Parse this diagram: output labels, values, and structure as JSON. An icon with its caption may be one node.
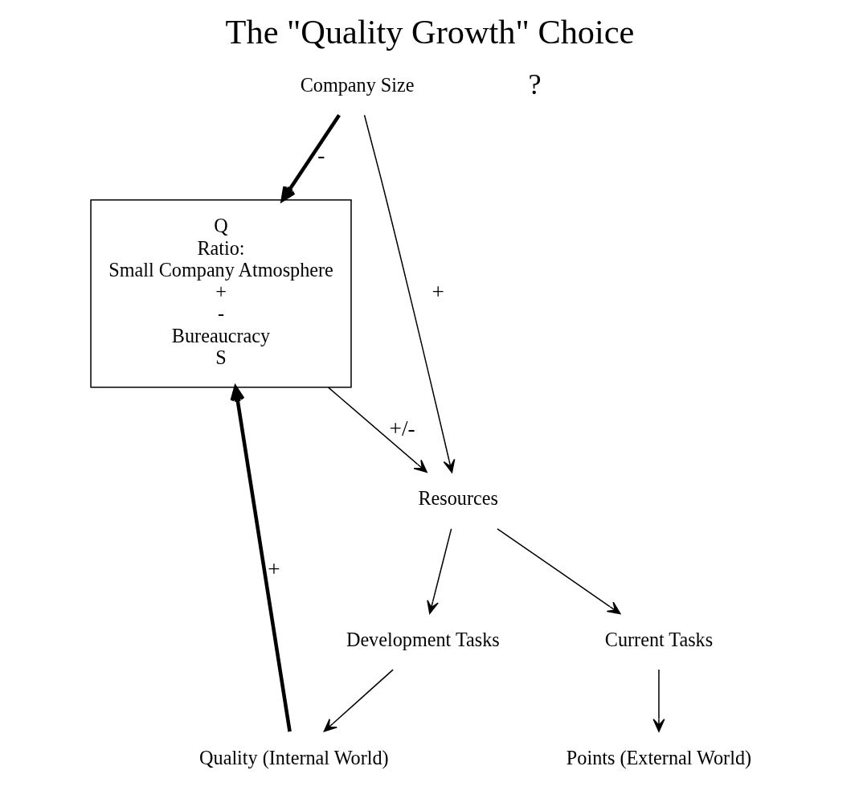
{
  "diagram": {
    "title": "The \"Quality Growth\" Choice",
    "nodes": [
      {
        "text": [
          "Company Size"
        ]
      },
      {
        "text": [
          "Q",
          "Ratio:",
          "Small Company Atmosphere",
          "+",
          "-",
          "Bureaucracy",
          "S"
        ]
      },
      {
        "text": [
          "Resources"
        ]
      },
      {
        "text": [
          "Development Tasks"
        ]
      },
      {
        "text": [
          "Current Tasks"
        ]
      },
      {
        "text": [
          "Quality (Internal World)"
        ]
      },
      {
        "text": [
          "Points (External World)"
        ]
      }
    ],
    "edges": [
      {
        "from": 0,
        "to": 1,
        "arrow": "to",
        "label": "-",
        "style": "thick"
      },
      {
        "from": 0,
        "to": 2,
        "arrow": "to",
        "label": "+"
      },
      {
        "from": 1,
        "to": 2,
        "arrow": "to",
        "label": "+/-"
      },
      {
        "from": 2,
        "to": 3,
        "arrow": "to"
      },
      {
        "from": 2,
        "to": 4,
        "arrow": "to"
      },
      {
        "from": 3,
        "to": 5,
        "arrow": "to"
      },
      {
        "from": 4,
        "to": 6,
        "arrow": "to"
      },
      {
        "from": 5,
        "to": 1,
        "arrow": "to",
        "label": "+",
        "style": "thick"
      }
    ],
    "labels": [
      "?"
    ]
  }
}
